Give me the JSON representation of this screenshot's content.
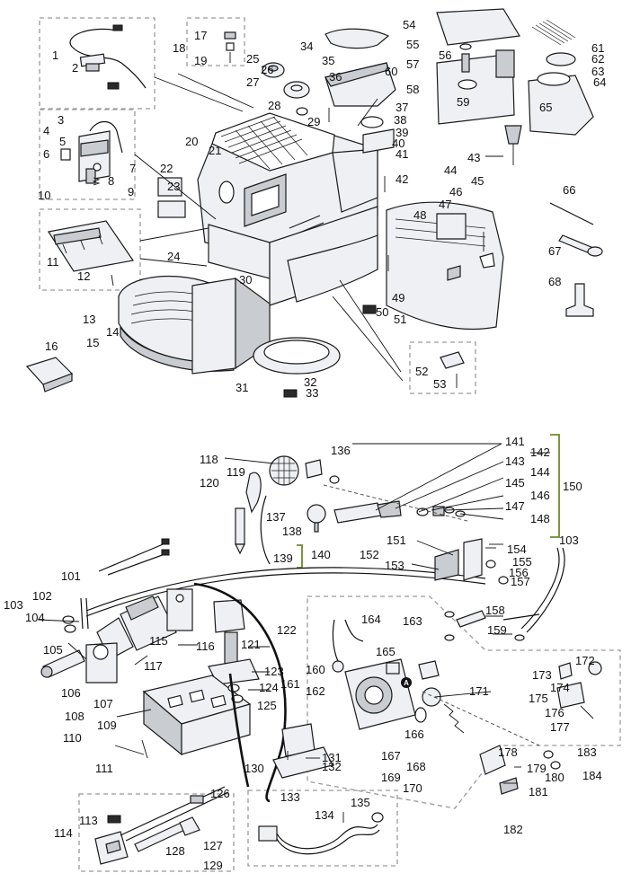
{
  "labels": [
    "1",
    "2",
    "3",
    "4",
    "5",
    "6",
    "7",
    "8",
    "9",
    "10",
    "11",
    "12",
    "13",
    "14",
    "15",
    "16",
    "17",
    "18",
    "19",
    "20",
    "21",
    "22",
    "23",
    "24",
    "25",
    "26",
    "27",
    "28",
    "29",
    "30",
    "31",
    "32",
    "33",
    "34",
    "35",
    "36",
    "37",
    "38",
    "39",
    "40",
    "41",
    "42",
    "43",
    "44",
    "45",
    "46",
    "47",
    "48",
    "49",
    "50",
    "51",
    "52",
    "53",
    "54",
    "55",
    "56",
    "57",
    "58",
    "59",
    "60",
    "61",
    "62",
    "63",
    "64",
    "65",
    "66",
    "67",
    "68",
    "101",
    "102",
    "103",
    "103",
    "104",
    "105",
    "106",
    "107",
    "108",
    "109",
    "110",
    "111",
    "113",
    "114",
    "115",
    "116",
    "117",
    "118",
    "119",
    "120",
    "121",
    "122",
    "123",
    "124",
    "125",
    "126",
    "127",
    "128",
    "129",
    "130",
    "131",
    "132",
    "133",
    "134",
    "135",
    "136",
    "137",
    "138",
    "139",
    "140",
    "141",
    "142",
    "143",
    "144",
    "145",
    "146",
    "147",
    "148",
    "150",
    "151",
    "152",
    "153",
    "154",
    "155",
    "156",
    "157",
    "158",
    "159",
    "160",
    "161",
    "162",
    "163",
    "164",
    "165",
    "166",
    "167",
    "168",
    "169",
    "170",
    "171",
    "172",
    "173",
    "174",
    "175",
    "176",
    "177",
    "178",
    "179",
    "180",
    "181",
    "182",
    "183",
    "184"
  ],
  "markers": {
    "a": "A"
  },
  "colors": {
    "bracket": "#6e8a2a",
    "group_box": "#9a9a9a",
    "line": "#111111"
  }
}
